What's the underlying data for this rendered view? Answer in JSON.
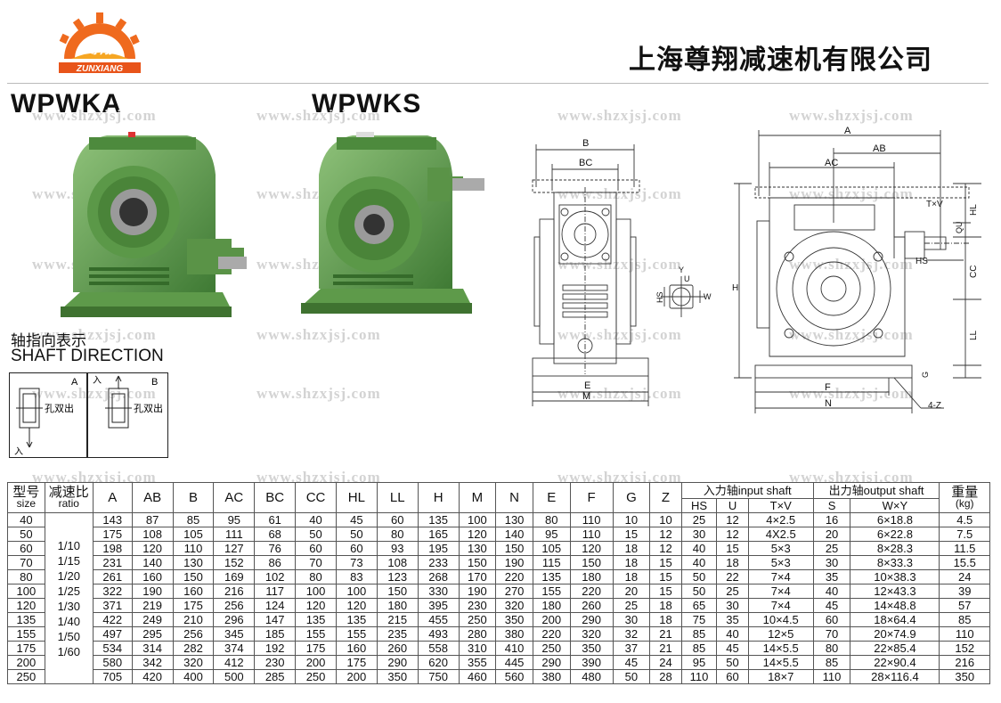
{
  "header": {
    "company": "上海尊翔减速机有限公司",
    "logo_cn": "尊翔",
    "logo_en": "ZUNXIANG",
    "brand_color": "#e8541a"
  },
  "models": [
    "WPWKA",
    "WPWKS"
  ],
  "watermark": "www.shzxjsj.com",
  "shaft_direction": {
    "cn": "轴指向表示",
    "en": "SHAFT DIRECTION",
    "box_a_label": "A",
    "box_b_label": "B",
    "hole_out": "孔双出",
    "in_label": "入"
  },
  "dims_left": {
    "B": "B",
    "BC": "BC",
    "E": "E",
    "M": "M",
    "HS": "HS",
    "U": "U",
    "W": "W",
    "Y": "Y"
  },
  "dims_right": {
    "A": "A",
    "AB": "AB",
    "AC": "AC",
    "TxV": "T×V",
    "HL": "HL",
    "QU": "QU",
    "HS": "HS",
    "CC": "CC",
    "H": "H",
    "LL": "LL",
    "G": "G",
    "F": "F",
    "N": "N",
    "Z": "4-Z"
  },
  "table": {
    "col_size_cn": "型号",
    "col_size_en": "size",
    "col_ratio_cn": "减速比",
    "col_ratio_en": "ratio",
    "cols": [
      "A",
      "AB",
      "B",
      "AC",
      "BC",
      "CC",
      "HL",
      "LL",
      "H",
      "M",
      "N",
      "E",
      "F",
      "G",
      "Z"
    ],
    "input_group": "入力轴input shaft",
    "output_group": "出力轴output shaft",
    "weight_cn": "重量",
    "weight_unit": "(kg)",
    "input_cols": [
      "HS",
      "U",
      "T×V"
    ],
    "output_cols": [
      "S",
      "W×Y"
    ],
    "ratios": [
      "1/10",
      "1/15",
      "1/20",
      "1/25",
      "1/30",
      "1/40",
      "1/50",
      "1/60"
    ],
    "rows": [
      {
        "size": "40",
        "vals": [
          "143",
          "87",
          "85",
          "95",
          "61",
          "40",
          "45",
          "60",
          "135",
          "100",
          "130",
          "80",
          "110",
          "10",
          "10"
        ],
        "in": [
          "25",
          "12",
          "4×2.5"
        ],
        "out": [
          "16",
          "6×18.8"
        ],
        "w": "4.5"
      },
      {
        "size": "50",
        "vals": [
          "175",
          "108",
          "105",
          "111",
          "68",
          "50",
          "50",
          "80",
          "165",
          "120",
          "140",
          "95",
          "110",
          "15",
          "12"
        ],
        "in": [
          "30",
          "12",
          "4X2.5"
        ],
        "out": [
          "20",
          "6×22.8"
        ],
        "w": "7.5"
      },
      {
        "size": "60",
        "vals": [
          "198",
          "120",
          "110",
          "127",
          "76",
          "60",
          "60",
          "93",
          "195",
          "130",
          "150",
          "105",
          "120",
          "18",
          "12"
        ],
        "in": [
          "40",
          "15",
          "5×3"
        ],
        "out": [
          "25",
          "8×28.3"
        ],
        "w": "11.5"
      },
      {
        "size": "70",
        "vals": [
          "231",
          "140",
          "130",
          "152",
          "86",
          "70",
          "73",
          "108",
          "233",
          "150",
          "190",
          "115",
          "150",
          "18",
          "15"
        ],
        "in": [
          "40",
          "18",
          "5×3"
        ],
        "out": [
          "30",
          "8×33.3"
        ],
        "w": "15.5"
      },
      {
        "size": "80",
        "vals": [
          "261",
          "160",
          "150",
          "169",
          "102",
          "80",
          "83",
          "123",
          "268",
          "170",
          "220",
          "135",
          "180",
          "18",
          "15"
        ],
        "in": [
          "50",
          "22",
          "7×4"
        ],
        "out": [
          "35",
          "10×38.3"
        ],
        "w": "24"
      },
      {
        "size": "100",
        "vals": [
          "322",
          "190",
          "160",
          "216",
          "117",
          "100",
          "100",
          "150",
          "330",
          "190",
          "270",
          "155",
          "220",
          "20",
          "15"
        ],
        "in": [
          "50",
          "25",
          "7×4"
        ],
        "out": [
          "40",
          "12×43.3"
        ],
        "w": "39"
      },
      {
        "size": "120",
        "vals": [
          "371",
          "219",
          "175",
          "256",
          "124",
          "120",
          "120",
          "180",
          "395",
          "230",
          "320",
          "180",
          "260",
          "25",
          "18"
        ],
        "in": [
          "65",
          "30",
          "7×4"
        ],
        "out": [
          "45",
          "14×48.8"
        ],
        "w": "57"
      },
      {
        "size": "135",
        "vals": [
          "422",
          "249",
          "210",
          "296",
          "147",
          "135",
          "135",
          "215",
          "455",
          "250",
          "350",
          "200",
          "290",
          "30",
          "18"
        ],
        "in": [
          "75",
          "35",
          "10×4.5"
        ],
        "out": [
          "60",
          "18×64.4"
        ],
        "w": "85"
      },
      {
        "size": "155",
        "vals": [
          "497",
          "295",
          "256",
          "345",
          "185",
          "155",
          "155",
          "235",
          "493",
          "280",
          "380",
          "220",
          "320",
          "32",
          "21"
        ],
        "in": [
          "85",
          "40",
          "12×5"
        ],
        "out": [
          "70",
          "20×74.9"
        ],
        "w": "110"
      },
      {
        "size": "175",
        "vals": [
          "534",
          "314",
          "282",
          "374",
          "192",
          "175",
          "160",
          "260",
          "558",
          "310",
          "410",
          "250",
          "350",
          "37",
          "21"
        ],
        "in": [
          "85",
          "45",
          "14×5.5"
        ],
        "out": [
          "80",
          "22×85.4"
        ],
        "w": "152"
      },
      {
        "size": "200",
        "vals": [
          "580",
          "342",
          "320",
          "412",
          "230",
          "200",
          "175",
          "290",
          "620",
          "355",
          "445",
          "290",
          "390",
          "45",
          "24"
        ],
        "in": [
          "95",
          "50",
          "14×5.5"
        ],
        "out": [
          "85",
          "22×90.4"
        ],
        "w": "216"
      },
      {
        "size": "250",
        "vals": [
          "705",
          "420",
          "400",
          "500",
          "285",
          "250",
          "200",
          "350",
          "750",
          "460",
          "560",
          "380",
          "480",
          "50",
          "28"
        ],
        "in": [
          "110",
          "60",
          "18×7"
        ],
        "out": [
          "110",
          "28×116.4"
        ],
        "w": "350"
      }
    ]
  }
}
